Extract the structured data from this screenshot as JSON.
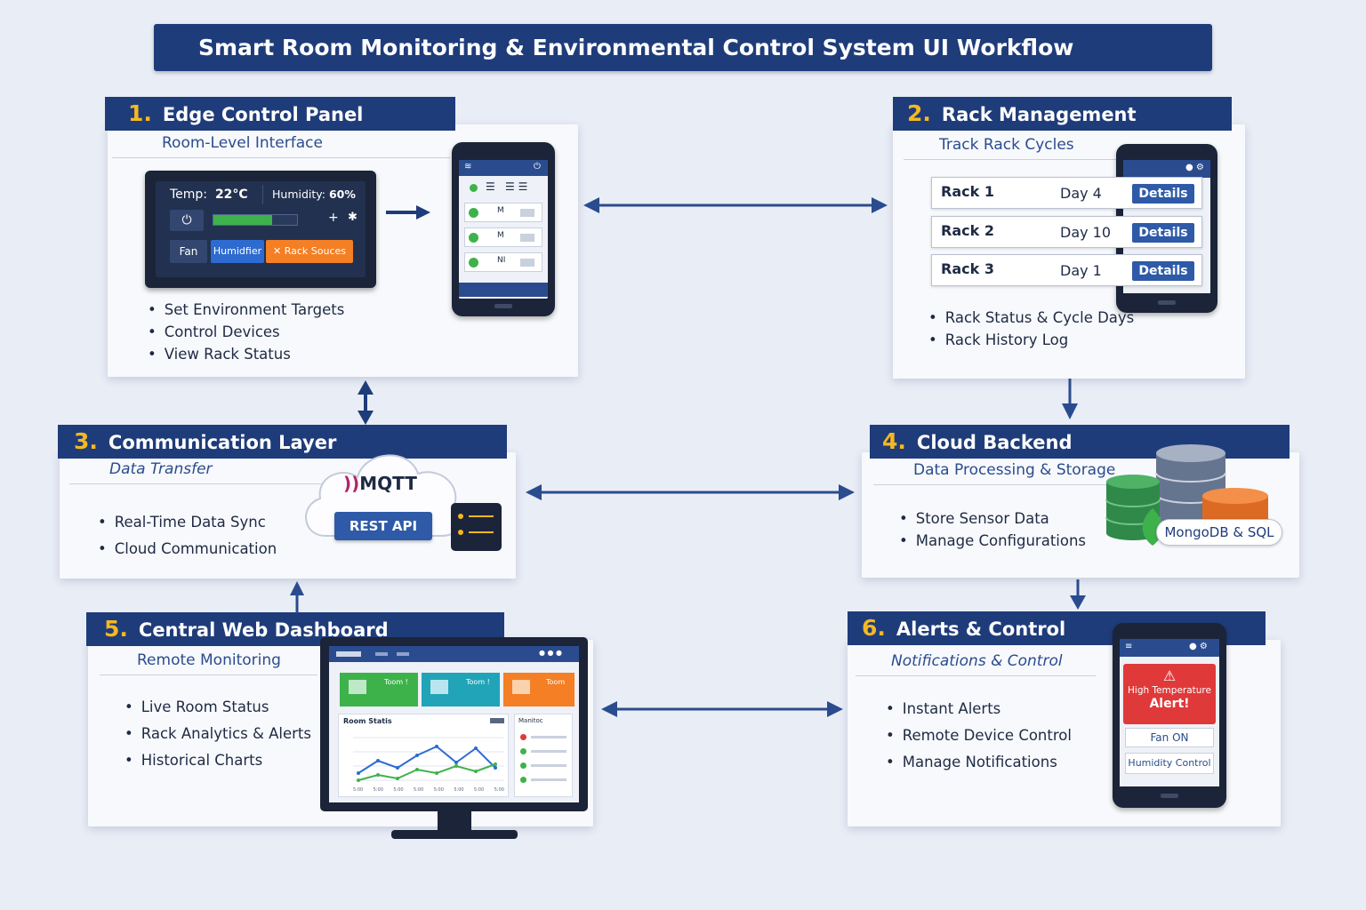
{
  "title": "Smart Room Monitoring & Environmental Control System UI Workflow",
  "sections": [
    {
      "number": "1.",
      "heading": "Edge Control Panel",
      "subtitle": "Room-Level Interface",
      "bullets": [
        "Set Environment Targets",
        "Control Devices",
        "View Rack Status"
      ]
    },
    {
      "number": "2.",
      "heading": "Rack Management",
      "subtitle": "Track Rack Cycles",
      "bullets": [
        "Rack Status & Cycle Days",
        "Rack History Log"
      ]
    },
    {
      "number": "3.",
      "heading": "Communication Layer",
      "subtitle": "Data Transfer",
      "bullets": [
        "Real-Time Data Sync",
        "Cloud Communication"
      ]
    },
    {
      "number": "4.",
      "heading": "Cloud Backend",
      "subtitle": "Data Processing & Storage",
      "bullets": [
        "Store Sensor Data",
        "Manage Configurations"
      ]
    },
    {
      "number": "5.",
      "heading": "Central Web Dashboard",
      "subtitle": "Remote Monitoring",
      "bullets": [
        "Live Room Status",
        "Rack Analytics & Alerts",
        "Historical Charts"
      ]
    },
    {
      "number": "6.",
      "heading": "Alerts & Control",
      "subtitle": "Notifications & Control",
      "bullets": [
        "Instant Alerts",
        "Remote Device Control",
        "Manage Notifications"
      ]
    }
  ],
  "edge_panel": {
    "temp_label": "Temp:",
    "temp_value": "22°C",
    "humidity_label": "Humidity:",
    "humidity_value": "60%",
    "fan_label": "Fan",
    "humidifier_label": "Humidfier",
    "rack_label": "Rack Souces",
    "phone_rows": [
      "M",
      "M",
      "NI"
    ]
  },
  "racks": [
    {
      "name": "Rack 1",
      "day": "Day 4",
      "button": "Details"
    },
    {
      "name": "Rack 2",
      "day": "Day 10",
      "button": "Details"
    },
    {
      "name": "Rack 3",
      "day": "Day 1",
      "button": "Details"
    }
  ],
  "communication": {
    "mqtt_label": "MQTT",
    "rest_label": "REST API"
  },
  "backend": {
    "db_label": "MongoDB & SQL"
  },
  "dashboard": {
    "tiles": [
      "Toom !",
      "Toom !",
      "Toom"
    ],
    "chart_title": "Room Statis",
    "side_title": "Manitoc",
    "x_ticks": [
      "5:00",
      "5:00",
      "5:00",
      "5:00",
      "5:00",
      "5:00",
      "5:00",
      "5:00"
    ]
  },
  "alerts": {
    "alert_line1": "High Temperature",
    "alert_line2": "Alert!",
    "fan_status": "Fan ON",
    "humidity_control": "Humidity Control"
  },
  "colors": {
    "navy": "#1f3c7a",
    "accent_yellow": "#f5b820",
    "green": "#3db24a",
    "orange": "#f47f24",
    "alert_red": "#e0393a",
    "blue_btn": "#2e5aa8"
  }
}
